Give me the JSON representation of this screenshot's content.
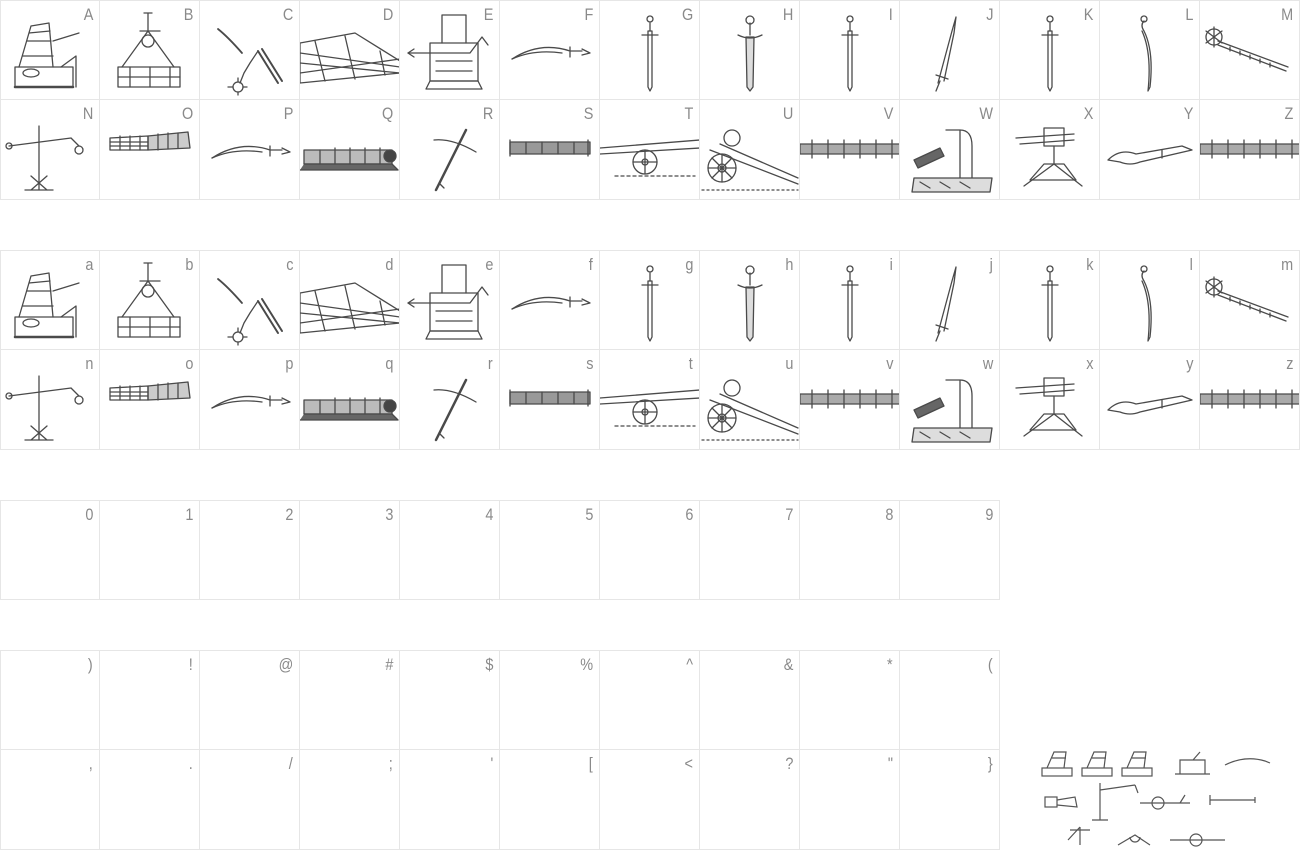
{
  "sections": [
    {
      "name": "uppercase",
      "columns": 13,
      "cells": [
        {
          "label": "A",
          "icon": "catapult-icon"
        },
        {
          "label": "B",
          "icon": "trebuchet-icon"
        },
        {
          "label": "C",
          "icon": "flail-icon"
        },
        {
          "label": "D",
          "icon": "ballista-icon"
        },
        {
          "label": "E",
          "icon": "crossbow-engine-icon"
        },
        {
          "label": "F",
          "icon": "scimitar-icon"
        },
        {
          "label": "G",
          "icon": "dagger-icon"
        },
        {
          "label": "H",
          "icon": "sword-icon"
        },
        {
          "label": "I",
          "icon": "dagger-icon"
        },
        {
          "label": "J",
          "icon": "blade-icon"
        },
        {
          "label": "K",
          "icon": "dagger-icon"
        },
        {
          "label": "L",
          "icon": "curved-blade-icon"
        },
        {
          "label": "M",
          "icon": "mace-icon"
        },
        {
          "label": "N",
          "icon": "trebuchet-frame-icon"
        },
        {
          "label": "O",
          "icon": "gauntlet-icon"
        },
        {
          "label": "P",
          "icon": "scimitar-icon"
        },
        {
          "label": "Q",
          "icon": "cannon-barrel-icon"
        },
        {
          "label": "R",
          "icon": "crossbow-icon"
        },
        {
          "label": "S",
          "icon": "handgun-barrel-icon"
        },
        {
          "label": "T",
          "icon": "field-cannon-icon"
        },
        {
          "label": "U",
          "icon": "wheeled-cannon-icon"
        },
        {
          "label": "V",
          "icon": "long-barrel-icon"
        },
        {
          "label": "W",
          "icon": "mortar-icon"
        },
        {
          "label": "X",
          "icon": "machine-gun-icon"
        },
        {
          "label": "Y",
          "icon": "pistol-icon"
        },
        {
          "label": "Z",
          "icon": "long-barrel-icon"
        }
      ]
    },
    {
      "name": "lowercase",
      "columns": 13,
      "cells": [
        {
          "label": "a",
          "icon": "catapult-icon"
        },
        {
          "label": "b",
          "icon": "trebuchet-icon"
        },
        {
          "label": "c",
          "icon": "flail-icon"
        },
        {
          "label": "d",
          "icon": "ballista-icon"
        },
        {
          "label": "e",
          "icon": "crossbow-engine-icon"
        },
        {
          "label": "f",
          "icon": "scimitar-icon"
        },
        {
          "label": "g",
          "icon": "dagger-icon"
        },
        {
          "label": "h",
          "icon": "sword-icon"
        },
        {
          "label": "i",
          "icon": "dagger-icon"
        },
        {
          "label": "j",
          "icon": "blade-icon"
        },
        {
          "label": "k",
          "icon": "dagger-icon"
        },
        {
          "label": "l",
          "icon": "curved-blade-icon"
        },
        {
          "label": "m",
          "icon": "mace-icon"
        },
        {
          "label": "n",
          "icon": "trebuchet-frame-icon"
        },
        {
          "label": "o",
          "icon": "gauntlet-icon"
        },
        {
          "label": "p",
          "icon": "scimitar-icon"
        },
        {
          "label": "q",
          "icon": "cannon-barrel-icon"
        },
        {
          "label": "r",
          "icon": "crossbow-icon"
        },
        {
          "label": "s",
          "icon": "handgun-barrel-icon"
        },
        {
          "label": "t",
          "icon": "field-cannon-icon"
        },
        {
          "label": "u",
          "icon": "wheeled-cannon-icon"
        },
        {
          "label": "v",
          "icon": "long-barrel-icon"
        },
        {
          "label": "w",
          "icon": "mortar-icon"
        },
        {
          "label": "x",
          "icon": "machine-gun-icon"
        },
        {
          "label": "y",
          "icon": "pistol-icon"
        },
        {
          "label": "z",
          "icon": "long-barrel-icon"
        }
      ]
    },
    {
      "name": "digits",
      "columns": 10,
      "cells": [
        {
          "label": "0"
        },
        {
          "label": "1"
        },
        {
          "label": "2"
        },
        {
          "label": "3"
        },
        {
          "label": "4"
        },
        {
          "label": "5"
        },
        {
          "label": "6"
        },
        {
          "label": "7"
        },
        {
          "label": "8"
        },
        {
          "label": "9"
        }
      ]
    },
    {
      "name": "symbols",
      "columns": 10,
      "cells": [
        {
          "label": ")"
        },
        {
          "label": "!"
        },
        {
          "label": "@"
        },
        {
          "label": "#"
        },
        {
          "label": "$"
        },
        {
          "label": "%"
        },
        {
          "label": "^"
        },
        {
          "label": "&"
        },
        {
          "label": "*"
        },
        {
          "label": "("
        },
        {
          "label": ","
        },
        {
          "label": "."
        },
        {
          "label": "/"
        },
        {
          "label": ";"
        },
        {
          "label": "'"
        },
        {
          "label": "["
        },
        {
          "label": "<"
        },
        {
          "label": "?"
        },
        {
          "label": "\""
        },
        {
          "label": "}"
        }
      ]
    }
  ],
  "preview": {
    "icon": "font-sample-preview-icon"
  },
  "colors": {
    "label": "#8a8a8a",
    "border": "#e6e6e6",
    "ink": "#4a4a4a"
  }
}
